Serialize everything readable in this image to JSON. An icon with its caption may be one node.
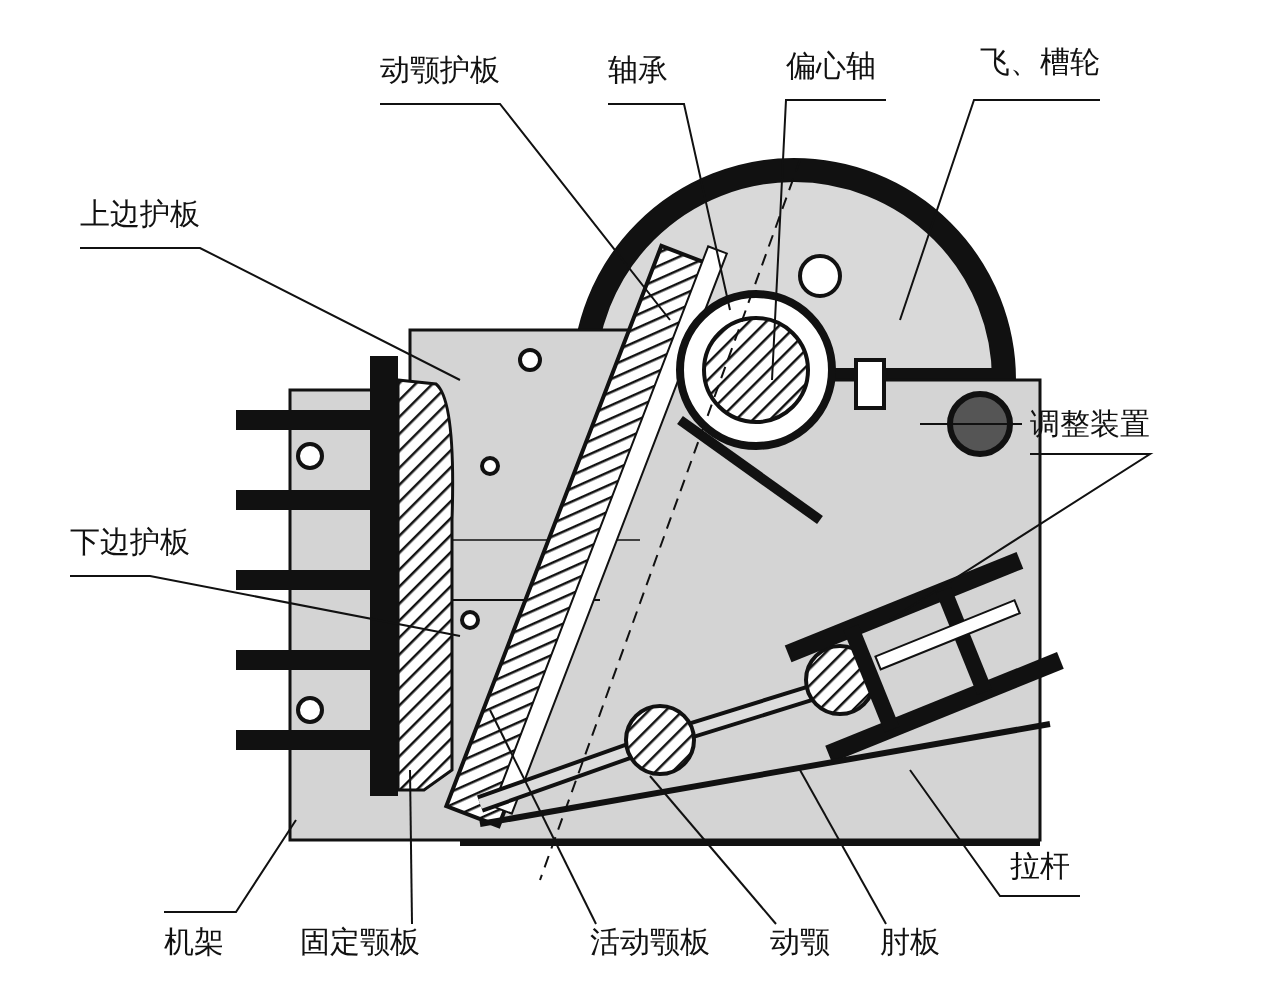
{
  "diagram": {
    "nodes": [
      {
        "text": [
          "动颚护板"
        ]
      },
      {
        "text": [
          "轴承"
        ]
      },
      {
        "text": [
          "偏心轴"
        ]
      },
      {
        "text": [
          "飞、槽轮"
        ]
      },
      {
        "text": [
          "上边护板"
        ]
      },
      {
        "text": [
          "调整装置"
        ]
      },
      {
        "text": [
          "下边护板"
        ]
      },
      {
        "text": [
          "拉杆"
        ]
      },
      {
        "text": [
          "机架"
        ]
      },
      {
        "text": [
          "固定颚板"
        ]
      },
      {
        "text": [
          "活动颚板"
        ]
      },
      {
        "text": [
          "动颚"
        ]
      },
      {
        "text": [
          "肘板"
        ]
      }
    ],
    "edges": [
      {
        "from": 0,
        "to": null,
        "arrow": "none"
      },
      {
        "from": 1,
        "to": null,
        "arrow": "none"
      },
      {
        "from": 2,
        "to": null,
        "arrow": "none"
      },
      {
        "from": 3,
        "to": null,
        "arrow": "none"
      },
      {
        "from": 4,
        "to": null,
        "arrow": "none"
      },
      {
        "from": 5,
        "to": null,
        "arrow": "none"
      },
      {
        "from": 5,
        "to": null,
        "arrow": "none"
      },
      {
        "from": 6,
        "to": null,
        "arrow": "none"
      },
      {
        "from": 7,
        "to": null,
        "arrow": "none"
      },
      {
        "from": 8,
        "to": null,
        "arrow": "none"
      },
      {
        "from": 9,
        "to": null,
        "arrow": "none"
      },
      {
        "from": 10,
        "to": null,
        "arrow": "none"
      },
      {
        "from": 11,
        "to": null,
        "arrow": "none"
      },
      {
        "from": 12,
        "to": null,
        "arrow": "none"
      }
    ]
  }
}
